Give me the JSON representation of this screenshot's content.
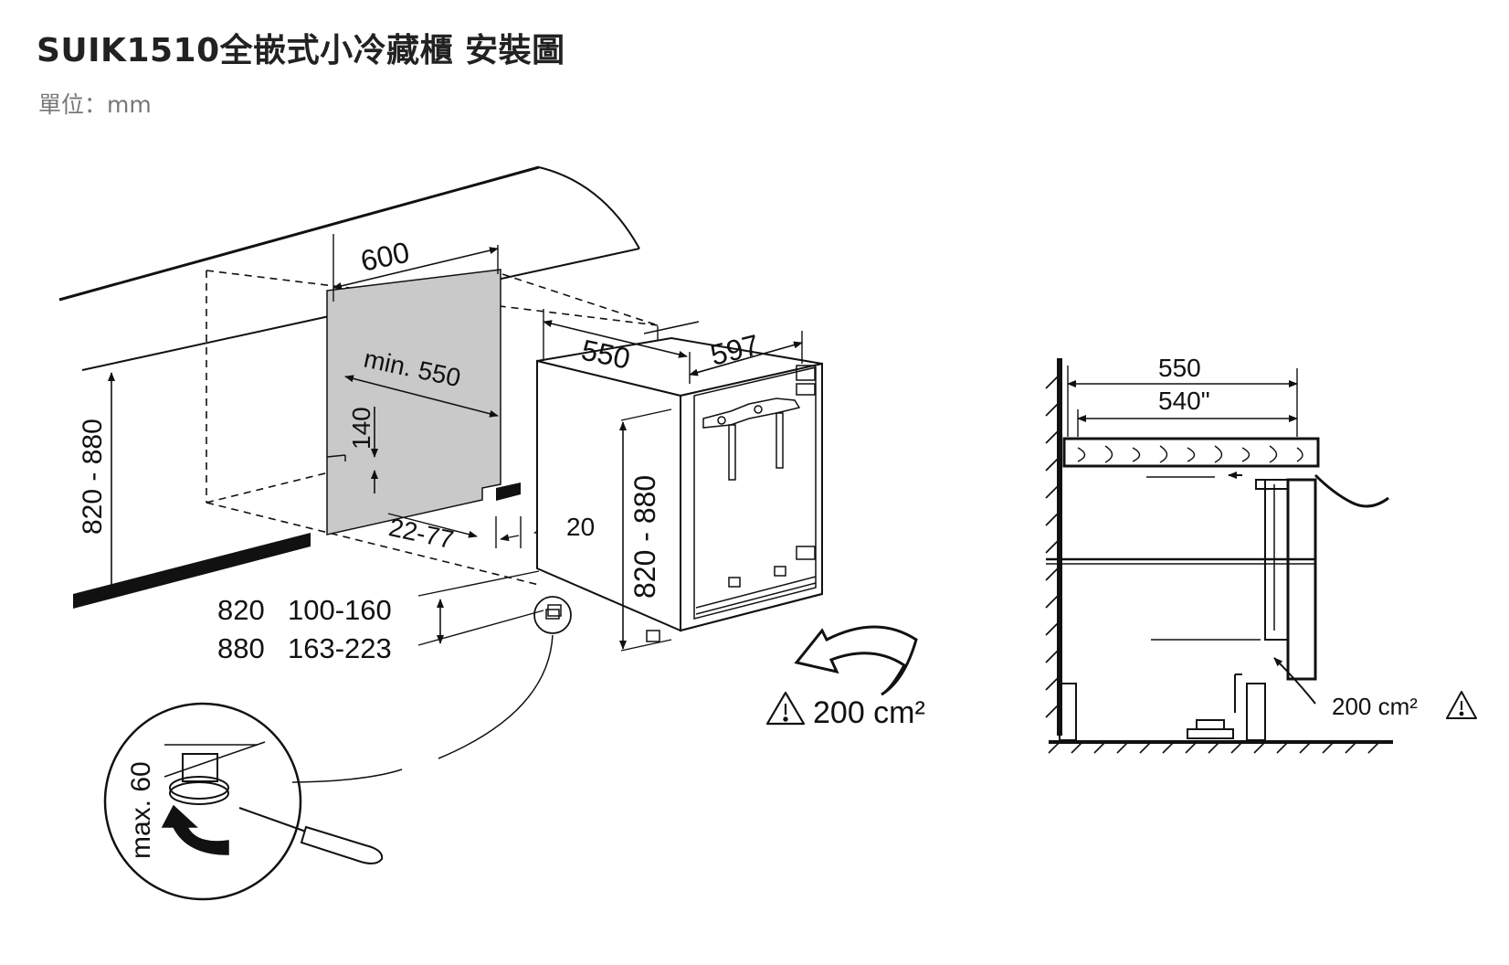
{
  "header": {
    "title": "SUIK1510全嵌式小冷藏櫃 安裝圖",
    "unit": "單位：mm"
  },
  "main_view": {
    "niche_width": "600",
    "niche_min_depth": "min. 550",
    "socket_height": "140",
    "niche_height": "820 - 880",
    "plinth_setback": "22-77",
    "plinth_gap": "20",
    "appliance_depth": "550",
    "appliance_width": "597",
    "appliance_height": "820 - 880",
    "plinth_table": {
      "row1_height": "820",
      "row1_range": "100-160",
      "row2_height": "880",
      "row2_range": "163-223"
    },
    "vent_area": "200 cm²",
    "foot_adjust": "max. 60"
  },
  "side_view": {
    "depth_outer": "550",
    "depth_inner": "540\"",
    "vent_area": "200 cm²"
  }
}
